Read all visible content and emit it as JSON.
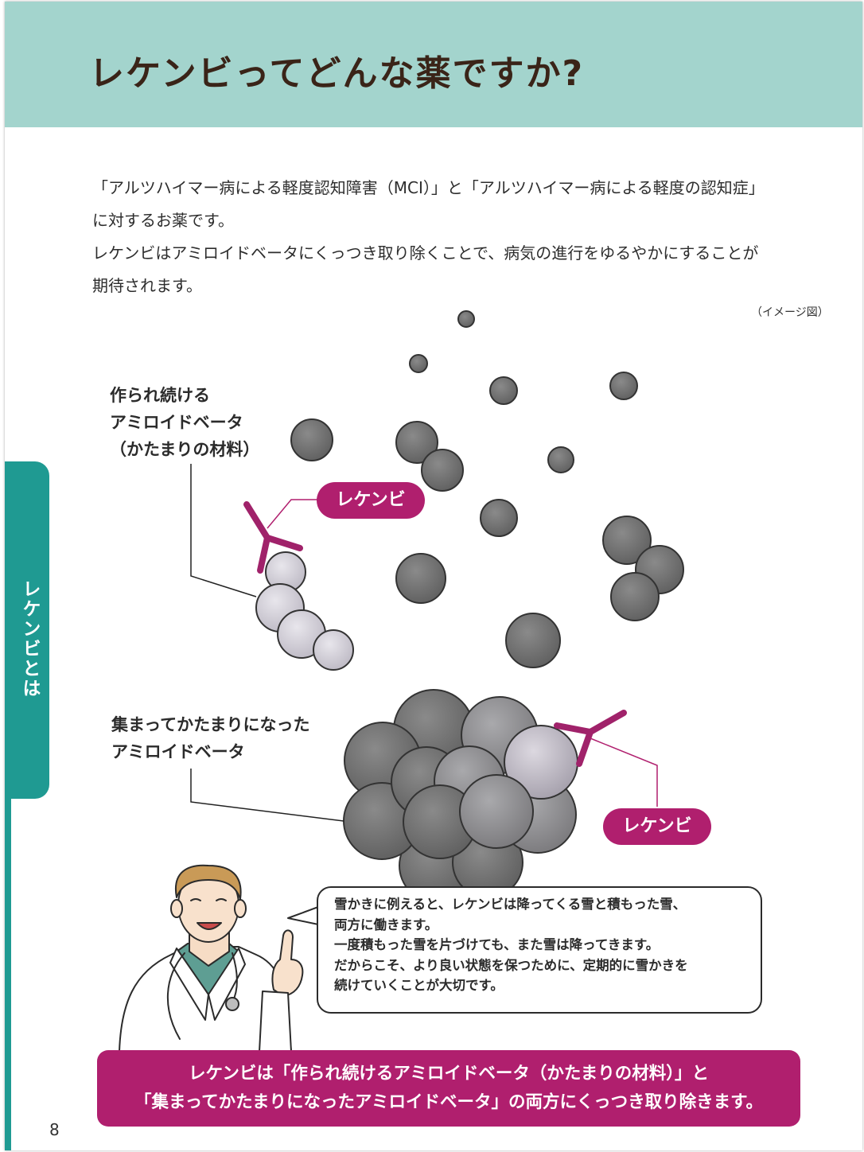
{
  "header": {
    "title": "レケンビってどんな薬ですか?"
  },
  "side_tab": {
    "label": "レケンビとは"
  },
  "intro": {
    "lines": [
      "「アルツハイマー病による軽度認知障害（MCI）」と「アルツハイマー病による軽度の認知症」",
      "に対するお薬です。",
      "レケンビはアミロイドベータにくっつき取り除くことで、病気の進行をゆるやかにすることが",
      "期待されます。"
    ]
  },
  "image_note": "（イメージ図）",
  "illustration": {
    "label_top_lines": [
      "作られ続ける",
      "アミロイドベータ",
      "（かたまりの材料）"
    ],
    "label_bottom_lines": [
      "集まってかたまりになった",
      "アミロイドベータ"
    ],
    "drug_label_top": "レケンビ",
    "drug_label_bottom": "レケンビ",
    "colors": {
      "accent": "#b01f6e",
      "teal": "#1f9a92",
      "header": "#a3d4cd",
      "sphere_dark": "#707070",
      "sphere_light": "#d6d3dc"
    }
  },
  "speech": {
    "lines": [
      "雪かきに例えると、レケンビは降ってくる雪と積もった雪、",
      "両方に働きます。",
      "一度積もった雪を片づけても、また雪は降ってきます。",
      "だからこそ、より良い状態を保つために、定期的に雪かきを",
      "続けていくことが大切です。"
    ]
  },
  "summary": {
    "lines": [
      "レケンビは「作られ続けるアミロイドベータ（かたまりの材料）」と",
      "「集まってかたまりになったアミロイドベータ」の両方にくっつき取り除きます。"
    ]
  },
  "page_number": "8"
}
